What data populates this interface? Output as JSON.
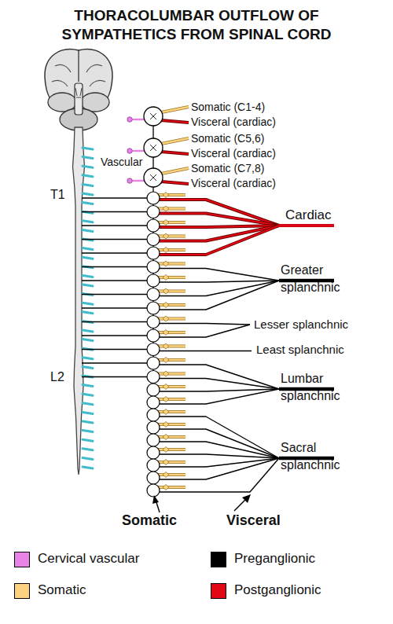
{
  "diagram": {
    "title": "THORACOLUMBAR OUTFLOW OF SYMPATHETICS FROM SPINAL CORD",
    "labels": [
      "Somatic (C1-4)",
      "Visceral (cardiac)",
      "Somatic (C5,6)",
      "Visceral (cardiac)",
      "Somatic (C7,8)",
      "Visceral (cardiac)",
      "Vascular",
      "T1",
      "L2",
      "Cardiac",
      "Greater splanchnic",
      "Lesser splanchnic",
      "Least splanchnic",
      "Lumbar splanchnic",
      "Sacral splanchnic",
      "Somatic",
      "Visceral"
    ],
    "legend": [
      {
        "text": "Cervical vascular",
        "color": "#e983e8"
      },
      {
        "text": "Somatic",
        "color": "#fcd27e"
      },
      {
        "text": "Preganglionic",
        "color": "#000000"
      },
      {
        "text": "Postganglionic",
        "color": "#e30613"
      }
    ]
  }
}
